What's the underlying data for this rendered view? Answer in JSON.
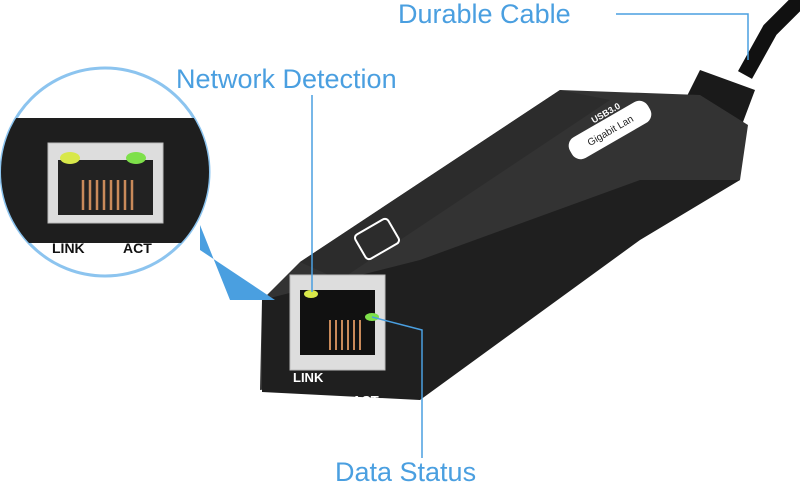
{
  "callouts": {
    "cable": "Durable Cable",
    "network": "Network Detection",
    "data": "Data Status"
  },
  "port_labels": {
    "link": "LINK",
    "act": "ACT"
  },
  "device_labels": {
    "usb": "USB3.0",
    "lan": "Gigabit Lan"
  },
  "colors": {
    "accent": "#4a9fe0",
    "body": "#2a2a2a",
    "link_led": "#d8e84a",
    "act_led": "#7ee04a"
  }
}
